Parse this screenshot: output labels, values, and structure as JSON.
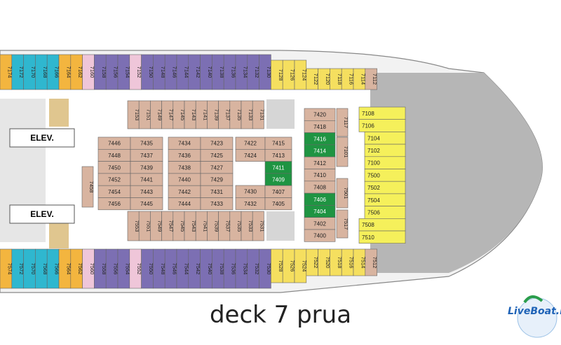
{
  "caption": "deck 7 prua",
  "logo": "LiveBoat.it",
  "colors": {
    "inside_cabin": "#d8b4a0",
    "oceanview_cabin": "#f5df5f",
    "balcony_cabin_purple": "#7c6fb3",
    "balcony_cabin_blue": "#2fb7cf",
    "balcony_cabin_orange": "#f3b53f",
    "suite_cabin": "#f5f05b",
    "green_cabin": "#1f9442",
    "pink_cabin": "#efc6d9",
    "hull": "#b6b6b6"
  },
  "labels": {
    "elev_top": "ELEV.",
    "elev_bottom": "ELEV."
  },
  "top_row": [
    "7174",
    "7172",
    "7170",
    "7168",
    "7166",
    "7164",
    "7162",
    "7160",
    "7158",
    "7156",
    "7154",
    "7152",
    "7150",
    "7148",
    "7146",
    "7144",
    "7142",
    "7140",
    "7138",
    "7136",
    "7134",
    "7132",
    "7130",
    "7128",
    "7126",
    "7124",
    "7122",
    "7120",
    "7118",
    "7116",
    "7114",
    "7112"
  ],
  "bottom_row": [
    "7574",
    "7572",
    "7570",
    "7568",
    "7566",
    "7564",
    "7562",
    "7560",
    "7558",
    "7556",
    "7554",
    "7552",
    "7550",
    "7548",
    "7546",
    "7544",
    "7542",
    "7540",
    "7538",
    "7536",
    "7534",
    "7532",
    "7530",
    "7528",
    "7526",
    "7524",
    "7522",
    "7520",
    "7518",
    "7516",
    "7514",
    "7512"
  ],
  "inner_top_row": [
    "7153",
    "7151",
    "7149",
    "7147",
    "7145",
    "7143",
    "7141",
    "7139",
    "7137",
    "7135",
    "7133",
    "7131"
  ],
  "inner_bottom_row": [
    "7553",
    "7551",
    "7549",
    "7547",
    "7545",
    "7543",
    "7541",
    "7539",
    "7537",
    "7535",
    "7533",
    "7531"
  ],
  "block_a": [
    "7446",
    "7448",
    "7450",
    "7452",
    "7454",
    "7456"
  ],
  "block_b": [
    "7435",
    "7437",
    "7439",
    "7441",
    "7443",
    "7445"
  ],
  "block_c": [
    "7434",
    "7436",
    "7438",
    "7440",
    "7442",
    "7444"
  ],
  "block_d": [
    "7423",
    "7425",
    "7427",
    "7429",
    "7431",
    "7433"
  ],
  "block_e": [
    "7422",
    "7424"
  ],
  "block_e2": [
    "7430",
    "7432"
  ],
  "block_f": [
    "7415",
    "7413",
    "7411",
    "7409",
    "7407",
    "7405"
  ],
  "single_7458": "7458",
  "col_g": [
    "7420",
    "7418",
    "7416",
    "7414",
    "7412",
    "7410",
    "7408",
    "7406",
    "7404",
    "7402",
    "7400"
  ],
  "side_g": [
    "7117",
    "7101",
    "7501",
    "7517"
  ],
  "col_suite": [
    "7108",
    "7106",
    "7104",
    "7102",
    "7100",
    "7500",
    "7502",
    "7504",
    "7506",
    "7508",
    "7510"
  ]
}
